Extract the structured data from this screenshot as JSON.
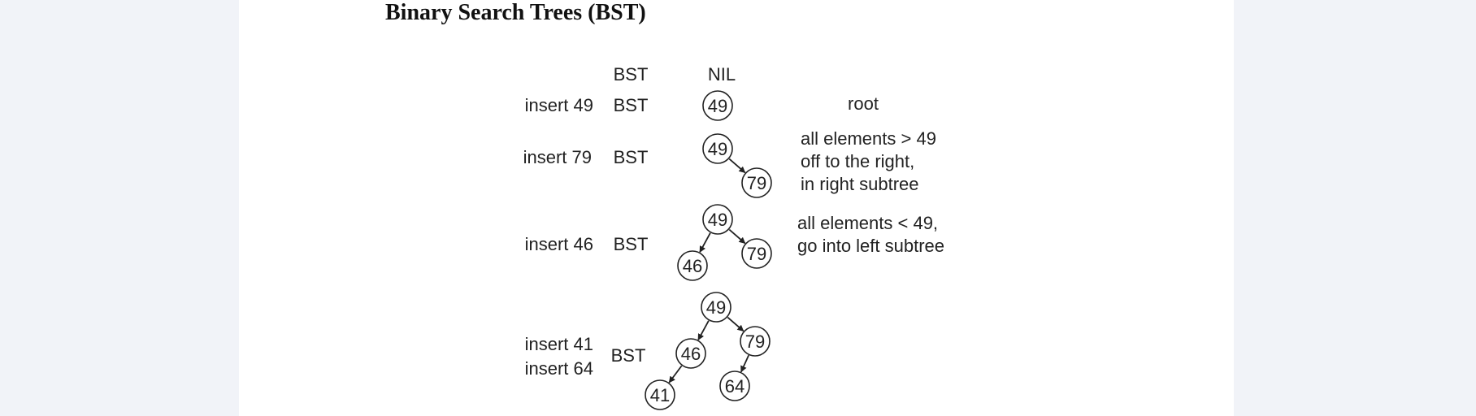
{
  "title": "Binary Search Trees (BST)",
  "header": {
    "col_bst": "BST",
    "col_nil": "NIL"
  },
  "rows": [
    {
      "ops": [
        "insert 49"
      ],
      "bst": "BST",
      "note": [
        "root"
      ]
    },
    {
      "ops": [
        "insert 79"
      ],
      "bst": "BST",
      "note": [
        "all elements > 49",
        "off to the right,",
        "in right subtree"
      ]
    },
    {
      "ops": [
        "insert 46"
      ],
      "bst": "BST",
      "note": [
        "all elements < 49,",
        "go into left subtree"
      ]
    },
    {
      "ops": [
        "insert 41",
        "insert 64"
      ],
      "bst": "BST",
      "note": []
    }
  ],
  "trees": [
    {
      "nodes": [
        "49"
      ],
      "edges": []
    },
    {
      "nodes": [
        "49",
        "79"
      ],
      "edges": [
        [
          "49",
          "79"
        ]
      ]
    },
    {
      "nodes": [
        "49",
        "46",
        "79"
      ],
      "edges": [
        [
          "49",
          "46"
        ],
        [
          "49",
          "79"
        ]
      ]
    },
    {
      "nodes": [
        "49",
        "46",
        "79",
        "41",
        "64"
      ],
      "edges": [
        [
          "49",
          "46"
        ],
        [
          "49",
          "79"
        ],
        [
          "46",
          "41"
        ],
        [
          "79",
          "64"
        ]
      ]
    }
  ]
}
